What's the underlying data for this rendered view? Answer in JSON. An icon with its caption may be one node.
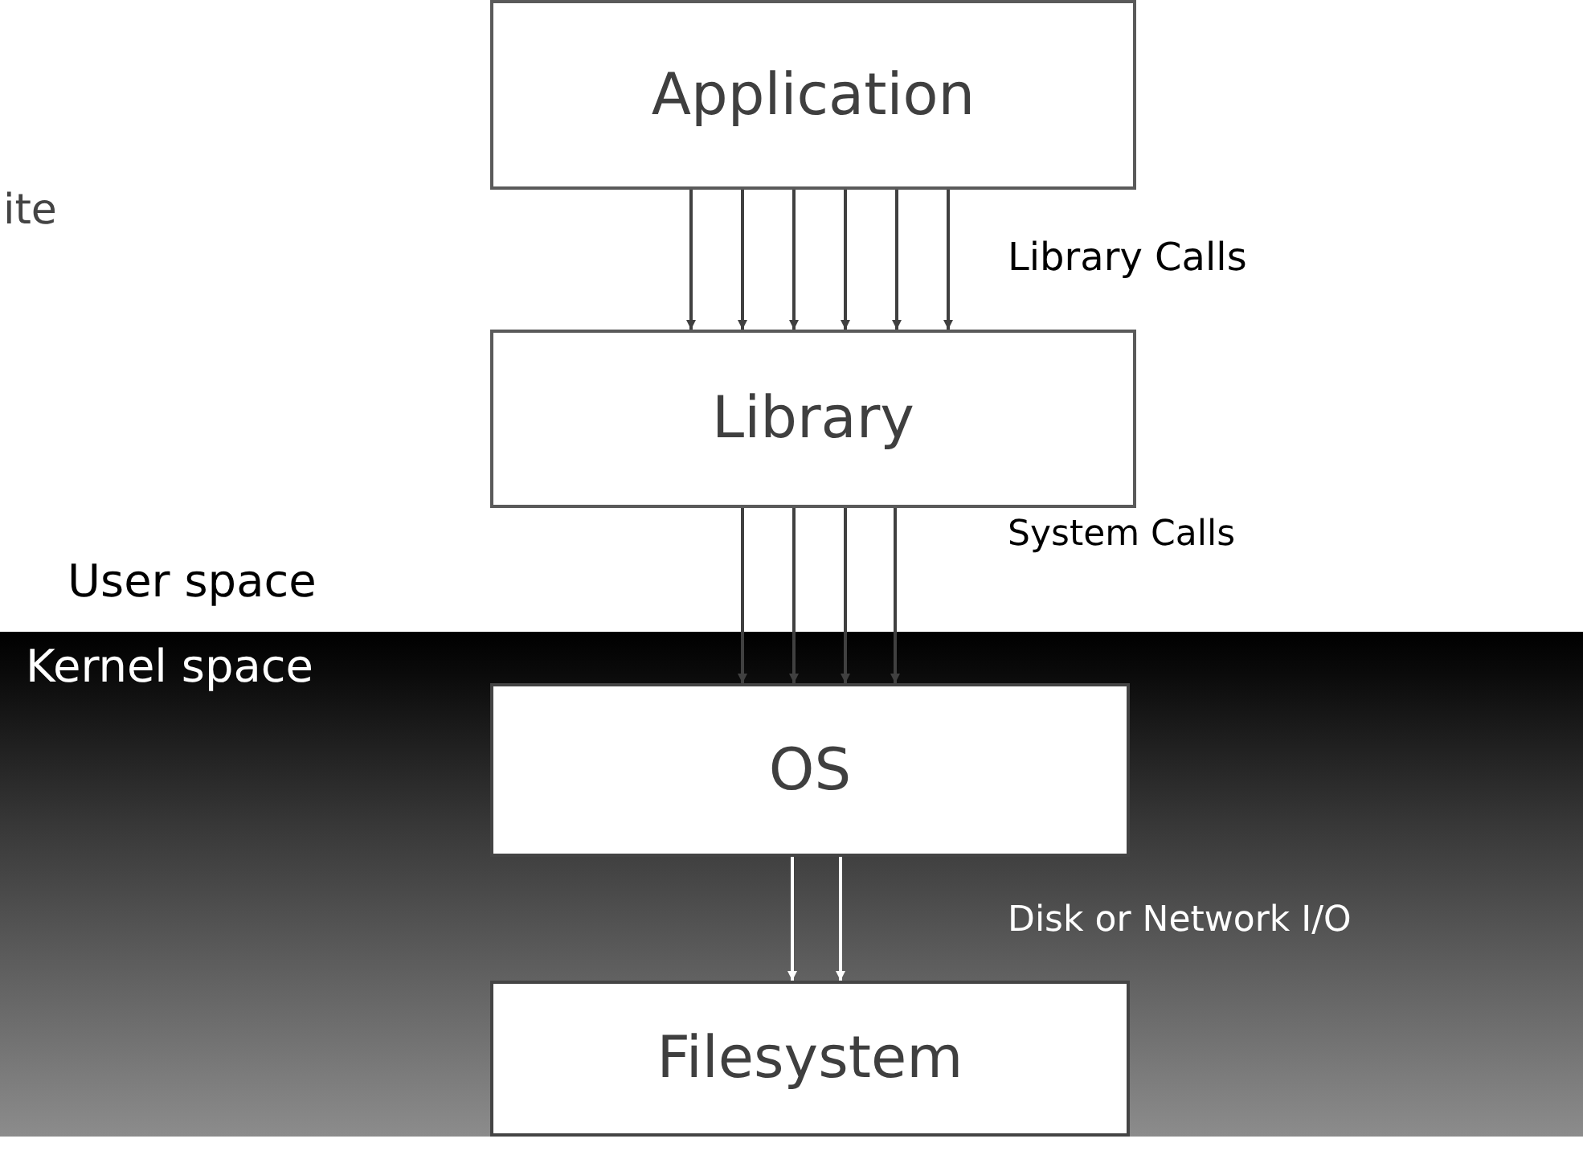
{
  "diagram": {
    "nodes": [
      {
        "text": [
          "Application"
        ]
      },
      {
        "text": [
          "Library"
        ]
      },
      {
        "text": [
          "OS"
        ]
      },
      {
        "text": [
          "Filesystem"
        ]
      }
    ],
    "edges": [
      {
        "from": 0,
        "to": 1,
        "arrow": "to"
      },
      {
        "from": 0,
        "to": 1,
        "arrow": "to"
      },
      {
        "from": 0,
        "to": 1,
        "arrow": "to"
      },
      {
        "from": 0,
        "to": 1,
        "arrow": "to"
      },
      {
        "from": 0,
        "to": 1,
        "arrow": "to"
      },
      {
        "from": 0,
        "to": 1,
        "arrow": "to"
      },
      {
        "from": 1,
        "to": 2,
        "arrow": "to"
      },
      {
        "from": 1,
        "to": 2,
        "arrow": "to"
      },
      {
        "from": 1,
        "to": 2,
        "arrow": "to"
      },
      {
        "from": 1,
        "to": 2,
        "arrow": "to"
      },
      {
        "from": 2,
        "to": 3,
        "arrow": "to",
        "color": "#ffffff"
      },
      {
        "from": 2,
        "to": 3,
        "arrow": "to",
        "color": "#ffffff"
      }
    ],
    "labels": [
      "ite",
      "Library Calls",
      "User space",
      "System Calls",
      "Kernel space",
      "Disk or Network I/O"
    ]
  }
}
